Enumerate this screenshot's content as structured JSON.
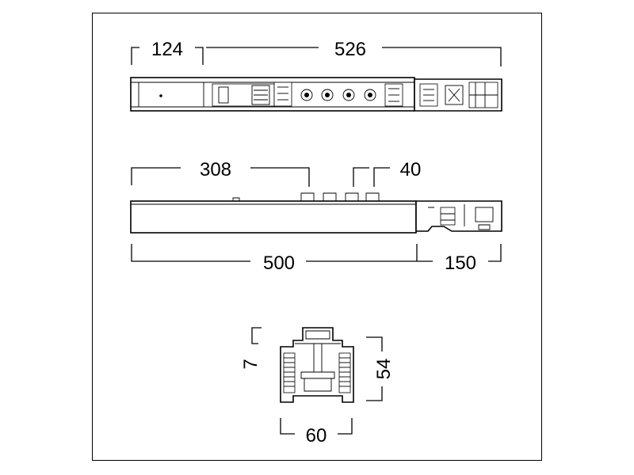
{
  "dimensions": {
    "top_left": "124",
    "top_span": "526",
    "mid_upper_left": "308",
    "mid_upper_right": "40",
    "mid_lower_left": "500",
    "mid_lower_right": "150",
    "profile_height_small": "7",
    "profile_height": "54",
    "profile_width": "60"
  },
  "colors": {
    "line": "#000000",
    "background": "#ffffff"
  }
}
